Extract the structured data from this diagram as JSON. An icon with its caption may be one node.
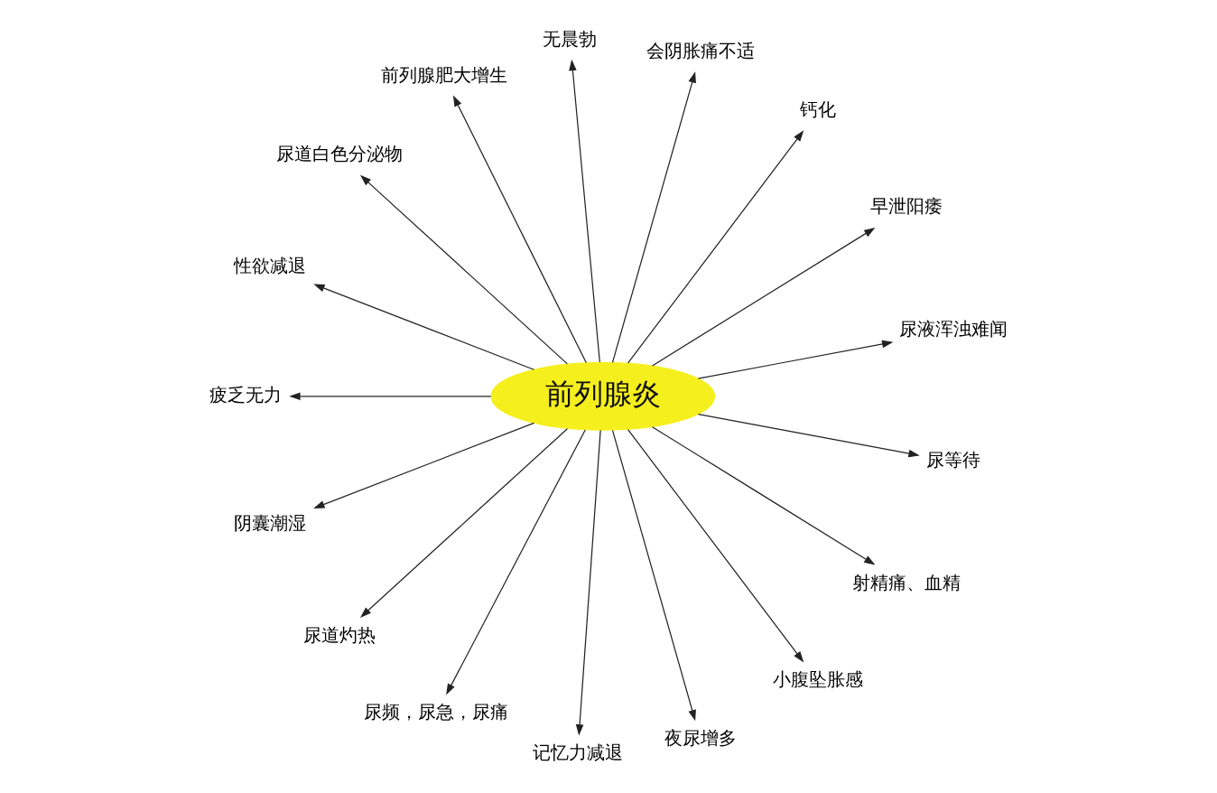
{
  "diagram": {
    "nodes": [
      {
        "text": [
          "前列腺炎"
        ]
      },
      {
        "text": [
          "尿液浑浊难闻"
        ]
      },
      {
        "text": [
          "早泄阳痿"
        ]
      },
      {
        "text": [
          "钙化"
        ]
      },
      {
        "text": [
          "会阴胀痛不适"
        ]
      },
      {
        "text": [
          "无晨勃"
        ]
      },
      {
        "text": [
          "前列腺肥大增生"
        ]
      },
      {
        "text": [
          "尿道白色分泌物"
        ]
      },
      {
        "text": [
          "性欲减退"
        ]
      },
      {
        "text": [
          "疲乏无力"
        ]
      },
      {
        "text": [
          "阴囊潮湿"
        ]
      },
      {
        "text": [
          "尿道灼热"
        ]
      },
      {
        "text": [
          "尿频，尿急，尿痛"
        ]
      },
      {
        "text": [
          "记忆力减退"
        ]
      },
      {
        "text": [
          "夜尿增多"
        ]
      },
      {
        "text": [
          "小腹坠胀感"
        ]
      },
      {
        "text": [
          "射精痛、血精"
        ]
      },
      {
        "text": [
          "尿等待"
        ]
      }
    ],
    "edges": [
      {
        "from": 0,
        "to": 1,
        "arrow": "to"
      },
      {
        "from": 0,
        "to": 2,
        "arrow": "to"
      },
      {
        "from": 0,
        "to": 3,
        "arrow": "to"
      },
      {
        "from": 0,
        "to": 4,
        "arrow": "to"
      },
      {
        "from": 0,
        "to": 5,
        "arrow": "to"
      },
      {
        "from": 0,
        "to": 6,
        "arrow": "to"
      },
      {
        "from": 0,
        "to": 7,
        "arrow": "to"
      },
      {
        "from": 0,
        "to": 8,
        "arrow": "to"
      },
      {
        "from": 0,
        "to": 9,
        "arrow": "to"
      },
      {
        "from": 0,
        "to": 10,
        "arrow": "to"
      },
      {
        "from": 0,
        "to": 11,
        "arrow": "to"
      },
      {
        "from": 0,
        "to": 12,
        "arrow": "to"
      },
      {
        "from": 0,
        "to": 13,
        "arrow": "to"
      },
      {
        "from": 0,
        "to": 14,
        "arrow": "to"
      },
      {
        "from": 0,
        "to": 15,
        "arrow": "to"
      },
      {
        "from": 0,
        "to": 16,
        "arrow": "to"
      },
      {
        "from": 0,
        "to": 17,
        "arrow": "to"
      }
    ]
  }
}
